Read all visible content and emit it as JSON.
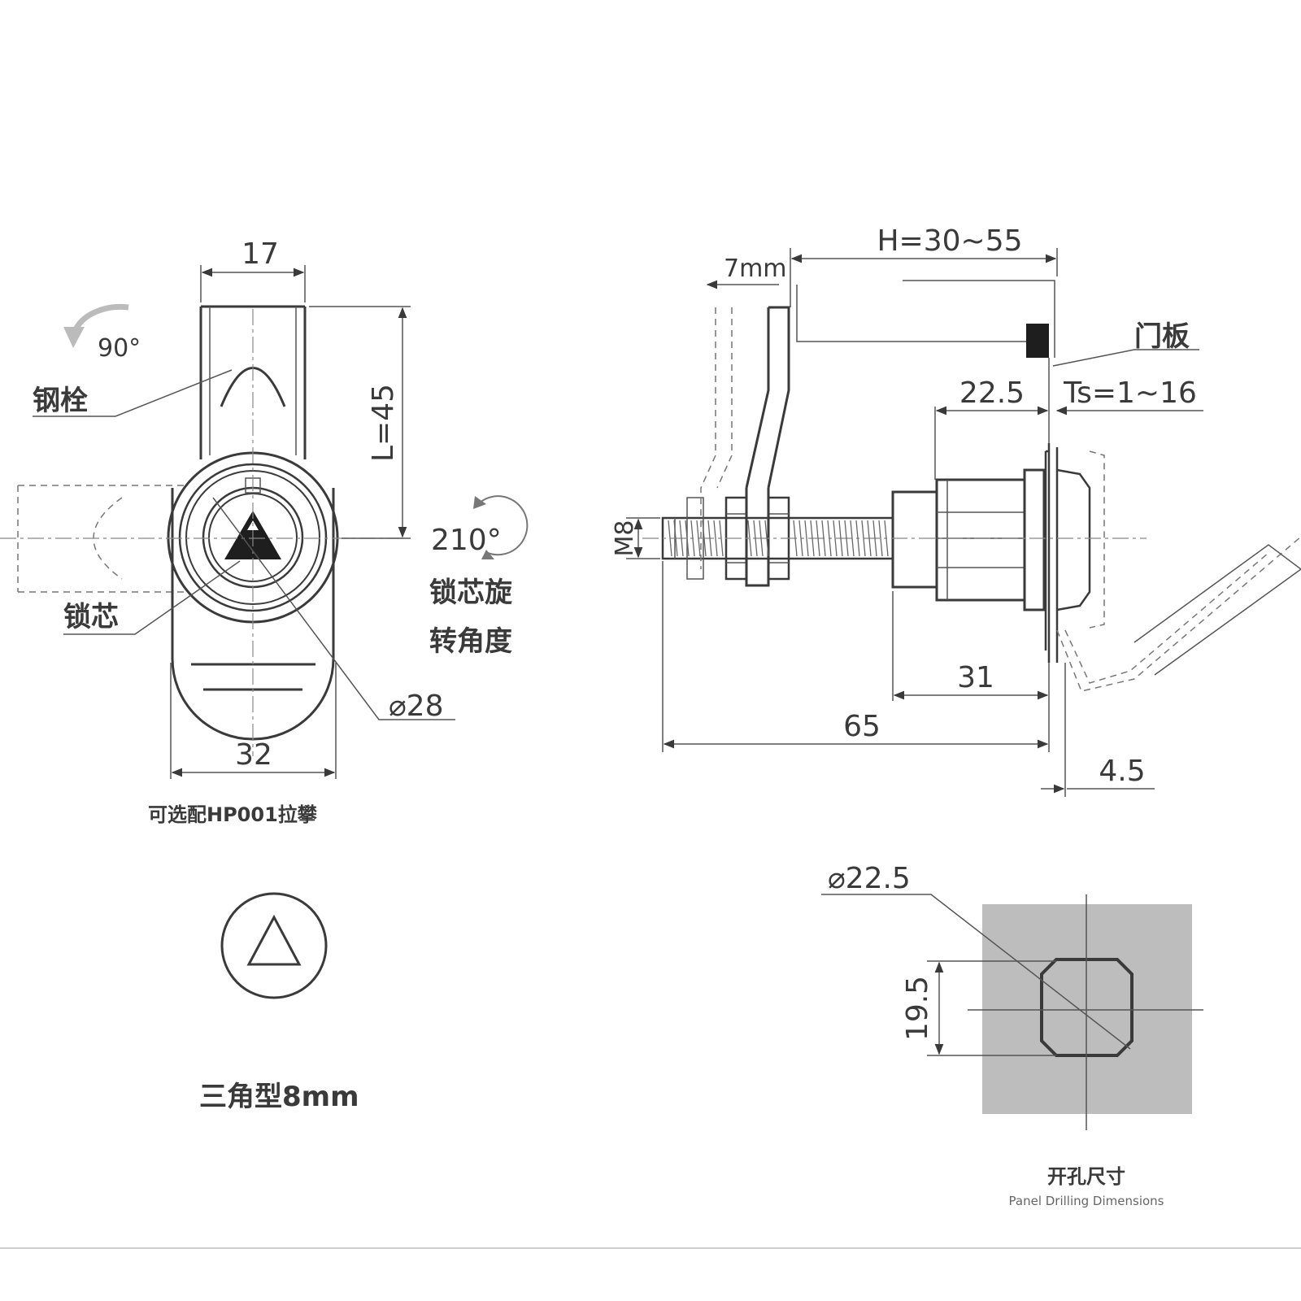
{
  "front_view": {
    "dim_width_top": "17",
    "dim_length": "L=45",
    "dim_width_bottom": "32",
    "dim_diameter": "⌀28",
    "rotation_bolt": "90°",
    "rotation_core": "210°",
    "label_bolt": "钢栓",
    "label_core": "锁芯",
    "label_rotation_line1": "锁芯旋",
    "label_rotation_line2": "转角度",
    "caption_optional": "可选配HP001拉攀"
  },
  "key_type": {
    "caption": "三角型8mm"
  },
  "side_view": {
    "dim_cam_offset": "7mm",
    "dim_h": "H=30~55",
    "label_panel": "门板",
    "dim_body": "22.5",
    "dim_ts": "Ts=1~16",
    "dim_thread": "M8",
    "dim_31": "31",
    "dim_65": "65",
    "dim_45": "4.5"
  },
  "panel_cutout": {
    "dim_diameter": "⌀22.5",
    "dim_flat": "19.5",
    "caption_cn": "开孔尺寸",
    "caption_en": "Panel Drilling Dimensions"
  }
}
